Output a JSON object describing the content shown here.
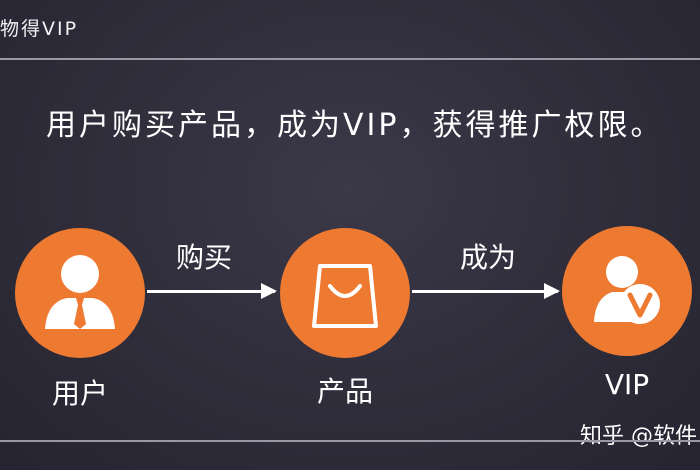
{
  "header": {
    "title": "物得VIP"
  },
  "headline": "用户购买产品，成为VIP，获得推广权限。",
  "flow": {
    "nodes": [
      {
        "label": "用户",
        "icon": "user-icon"
      },
      {
        "label": "产品",
        "icon": "shopping-bag-icon"
      },
      {
        "label": "VIP",
        "icon": "vip-user-icon"
      }
    ],
    "edges": [
      {
        "label": "购买"
      },
      {
        "label": "成为"
      }
    ]
  },
  "watermark": "知乎 @软件",
  "colors": {
    "accent": "#ee7a31",
    "background": "#2e2c39",
    "text": "#ffffff"
  }
}
